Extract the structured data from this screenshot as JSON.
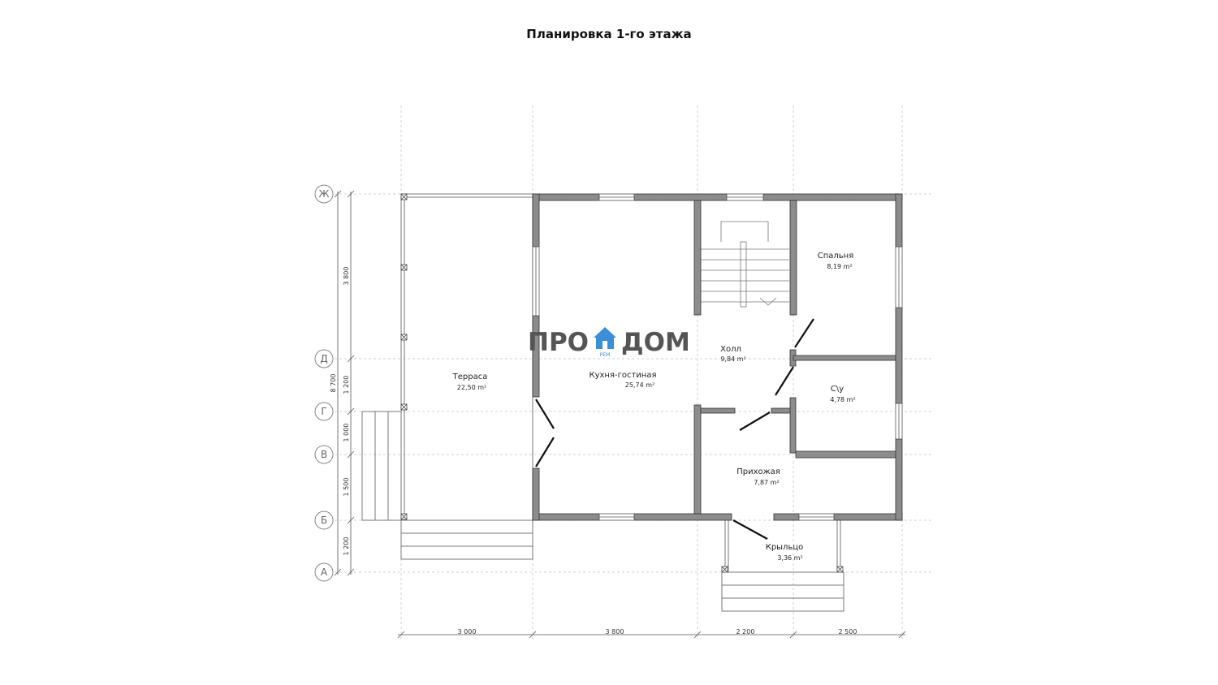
{
  "title": "Планировка 1-го этажа",
  "logo": {
    "left": "ПРО",
    "right": "ДОМ",
    "sub": "РЕМ",
    "accent": "#3a8fd6"
  },
  "rooms": [
    {
      "name": "Терраса",
      "area": "22,50 m²"
    },
    {
      "name": "Кухня-гостиная",
      "area": "25,74 m²"
    },
    {
      "name": "Холл",
      "area": "9,84 m²"
    },
    {
      "name": "Спальня",
      "area": "8,19 m²"
    },
    {
      "name": "С\\у",
      "area": "4,78 m²"
    },
    {
      "name": "Прихожая",
      "area": "7,87 m²"
    },
    {
      "name": "Крыльцо",
      "area": "3,36 m²"
    }
  ],
  "axes": [
    "Ж",
    "Д",
    "Г",
    "В",
    "Б",
    "А"
  ],
  "dims_horizontal": [
    "3 000",
    "3 800",
    "2 200",
    "2 500"
  ],
  "dims_vertical": [
    "3 800",
    "1 200",
    "1 000",
    "1 500",
    "1 200"
  ],
  "dim_total": "8 700",
  "colors": {
    "wall": "#8c8c8c",
    "wall_stroke": "#333333",
    "grid": "#bbbbbb"
  }
}
